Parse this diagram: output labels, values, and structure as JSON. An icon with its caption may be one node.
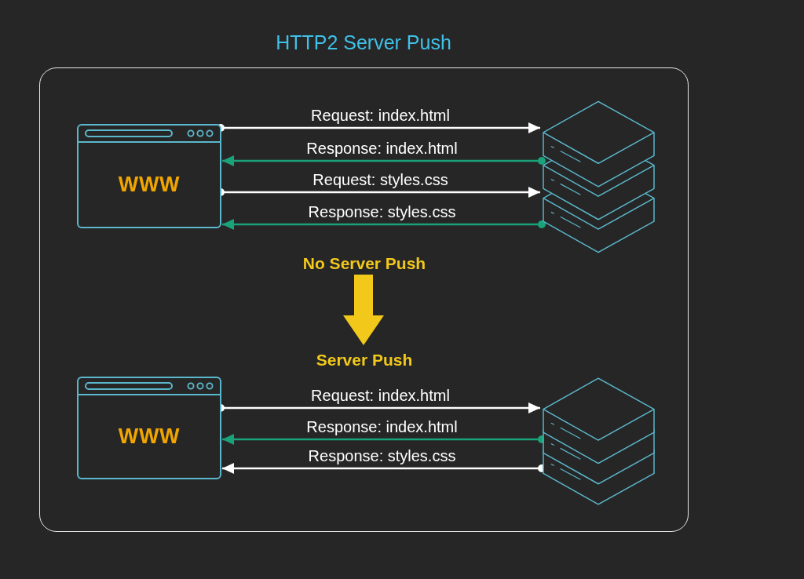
{
  "diagram": {
    "title": "HTTP2 Server Push",
    "nodes": [
      {
        "text": [],
        "shape": "box"
      },
      {
        "text": [
          "WWW"
        ],
        "in": 0
      },
      {
        "text": [],
        "shape": "picture",
        "in": 0
      },
      {
        "text": [
          "No Server Push"
        ],
        "in": 0
      },
      {
        "text": [
          "Server Push"
        ],
        "in": 0
      },
      {
        "text": [
          "WWW"
        ],
        "in": 0
      },
      {
        "text": [],
        "shape": "picture",
        "in": 0
      }
    ],
    "edges": [
      {
        "from": 1,
        "to": 2,
        "arrow": "to",
        "label": "Request: index.html"
      },
      {
        "from": 2,
        "to": 1,
        "arrow": "to",
        "label": "Response: index.html",
        "color": "#1aa37a"
      },
      {
        "from": 1,
        "to": 2,
        "arrow": "to",
        "label": "Request: styles.css"
      },
      {
        "from": 2,
        "to": 1,
        "arrow": "to",
        "label": "Response: styles.css",
        "color": "#1aa37a"
      },
      {
        "from": 3,
        "to": 4,
        "arrow": "to",
        "style": "thick",
        "color": "#f2c81b"
      },
      {
        "from": 5,
        "to": 6,
        "arrow": "to",
        "label": "Request: index.html"
      },
      {
        "from": 6,
        "to": 5,
        "arrow": "to",
        "label": "Response: index.html",
        "color": "#1aa37a"
      },
      {
        "from": 6,
        "to": 5,
        "arrow": "to",
        "label": "Response: styles.css"
      }
    ]
  }
}
